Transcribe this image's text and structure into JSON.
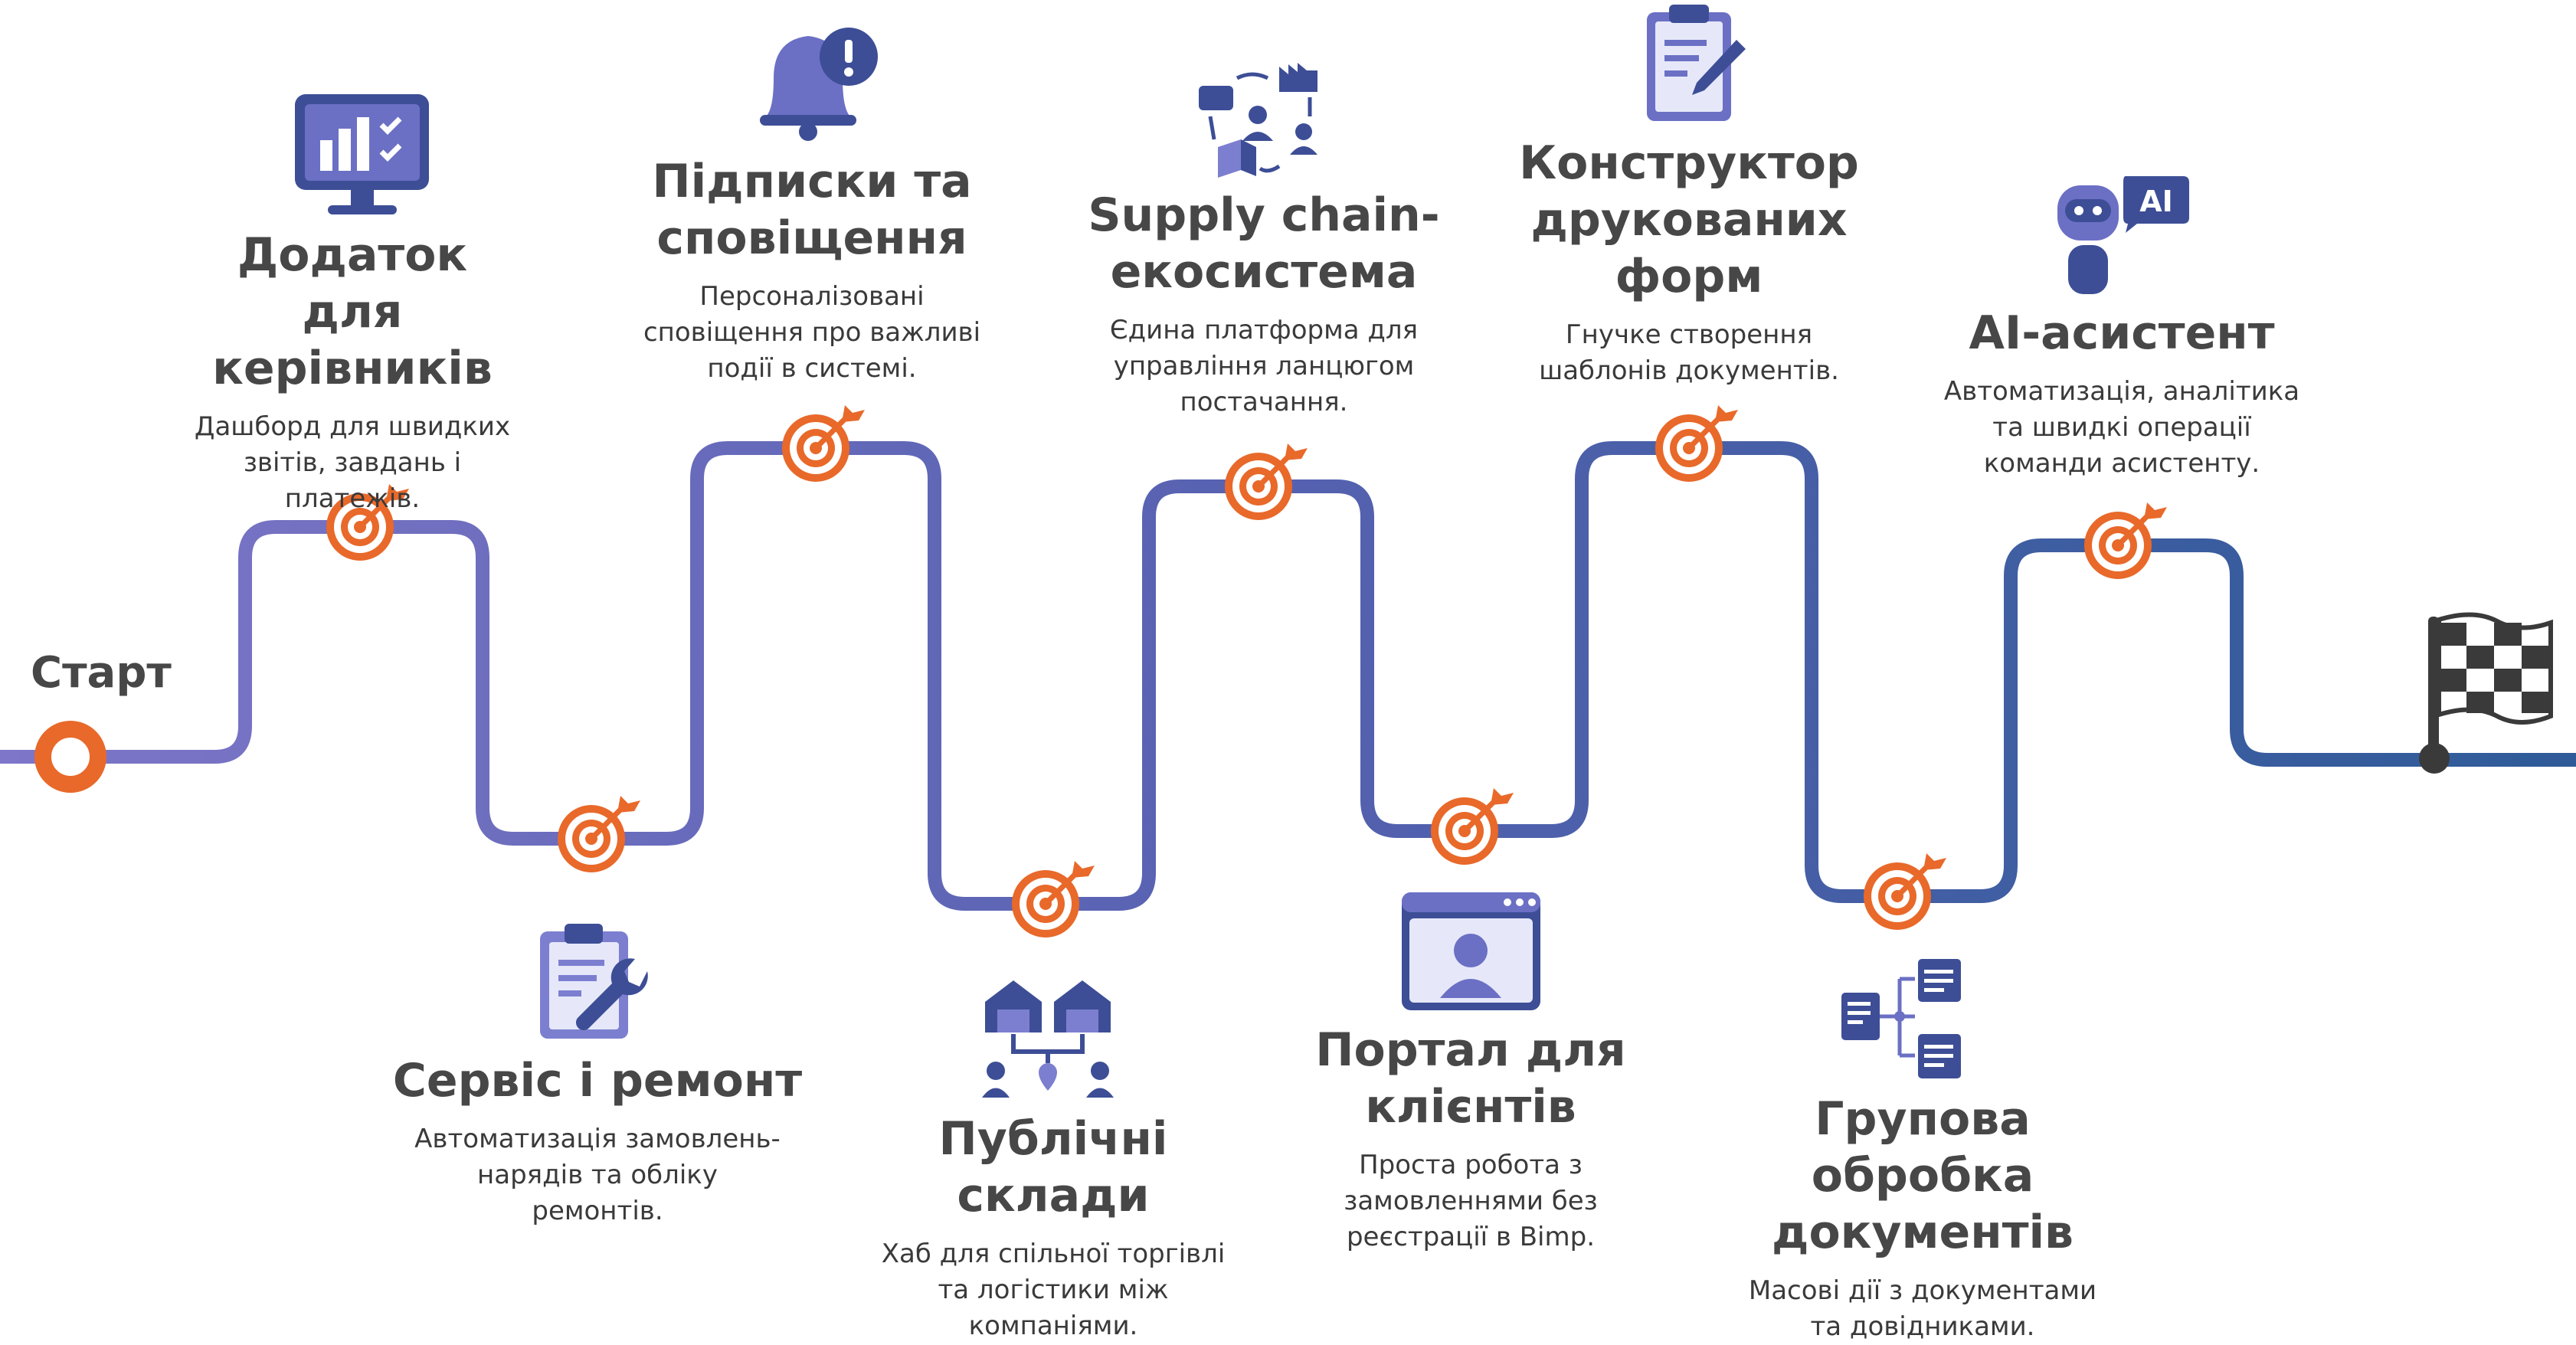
{
  "start_label": "Старт",
  "colors": {
    "road_start": "#7E76C8",
    "road_end": "#2F5B98",
    "target": "#E8692A",
    "icon_dark": "#3D4E96",
    "icon_light": "#7C7FCF",
    "flag": "#3A3A3A"
  },
  "steps": [
    {
      "title_lines": [
        "Додаток",
        "для керівників"
      ],
      "desc_lines": [
        "Дашборд для швидких",
        "звітів, завдань і",
        "платежів."
      ],
      "icon": "dashboard-monitor-icon"
    },
    {
      "title_lines": [
        "Сервіс і ремонт"
      ],
      "desc_lines": [
        "Автоматизація замовлень-",
        "нарядів та обліку",
        "ремонтів."
      ],
      "icon": "clipboard-wrench-icon"
    },
    {
      "title_lines": [
        "Підписки та",
        "сповіщення"
      ],
      "desc_lines": [
        "Персоналізовані",
        "сповіщення про важливі",
        "події в системі."
      ],
      "icon": "bell-alert-icon"
    },
    {
      "title_lines": [
        "Публічні склади"
      ],
      "desc_lines": [
        "Хаб для спільної торгівлі",
        "та логістики між",
        "компаніями."
      ],
      "icon": "warehouses-icon"
    },
    {
      "title_lines": [
        "Supply chain-",
        "екосистема"
      ],
      "desc_lines": [
        "Єдина платформа для",
        "управління ланцюгом",
        "постачання."
      ],
      "icon": "supply-chain-icon"
    },
    {
      "title_lines": [
        "Портал для",
        "клієнтів"
      ],
      "desc_lines": [
        "Проста робота з",
        "замовленнями без",
        "реєстрації в Bimp."
      ],
      "icon": "client-portal-icon"
    },
    {
      "title_lines": [
        "Конструктор",
        "друкованих",
        "форм"
      ],
      "desc_lines": [
        "Гнучке створення",
        "шаблонів документів."
      ],
      "icon": "form-builder-icon"
    },
    {
      "title_lines": [
        "Групова обробка",
        "документів"
      ],
      "desc_lines": [
        "Масові дії з документами",
        "та довідниками."
      ],
      "icon": "document-tree-icon"
    },
    {
      "title_lines": [
        "AI-асистент"
      ],
      "desc_lines": [
        "Автоматизація, аналітика",
        "та швидкі операції",
        "команди асистенту."
      ],
      "icon": "ai-robot-icon"
    }
  ],
  "icon_texts": {
    "ai_badge": "AI"
  }
}
